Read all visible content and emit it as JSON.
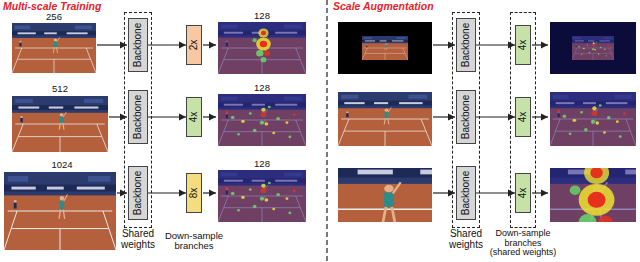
{
  "diagram": {
    "nodes": [
      {
        "text": [
          "Shared weights"
        ]
      },
      {
        "text": [
          "Backbone"
        ],
        "in": 0
      },
      {
        "text": [
          "Backbone"
        ],
        "in": 0
      },
      {
        "text": [
          "Backbone"
        ],
        "in": 0
      },
      {
        "text": [
          "2x"
        ]
      },
      {
        "text": [
          "4x"
        ]
      },
      {
        "text": [
          "8x"
        ]
      },
      {
        "text": [
          "Shared weights"
        ]
      },
      {
        "text": [
          "Backbone"
        ],
        "in": 7
      },
      {
        "text": [
          "Backbone"
        ],
        "in": 7
      },
      {
        "text": [
          "Backbone"
        ],
        "in": 7
      },
      {
        "text": [
          "Down-sample branches (shared weights)"
        ]
      },
      {
        "text": [
          "4x"
        ],
        "in": 11
      },
      {
        "text": [
          "4x"
        ],
        "in": 11
      },
      {
        "text": [
          "4x"
        ],
        "in": 11
      }
    ],
    "edges": [
      {
        "from": 1,
        "to": 4,
        "arrow": "to"
      },
      {
        "from": 2,
        "to": 5,
        "arrow": "to"
      },
      {
        "from": 3,
        "to": 6,
        "arrow": "to"
      },
      {
        "from": 8,
        "to": 12,
        "arrow": "to"
      },
      {
        "from": 9,
        "to": 13,
        "arrow": "to"
      },
      {
        "from": 10,
        "to": 14,
        "arrow": "to"
      }
    ],
    "labels": [
      "Multi-scale Training",
      "256",
      "512",
      "1024",
      "128",
      "128",
      "128",
      "Down-sample branches",
      "Scale Augmentation"
    ]
  }
}
